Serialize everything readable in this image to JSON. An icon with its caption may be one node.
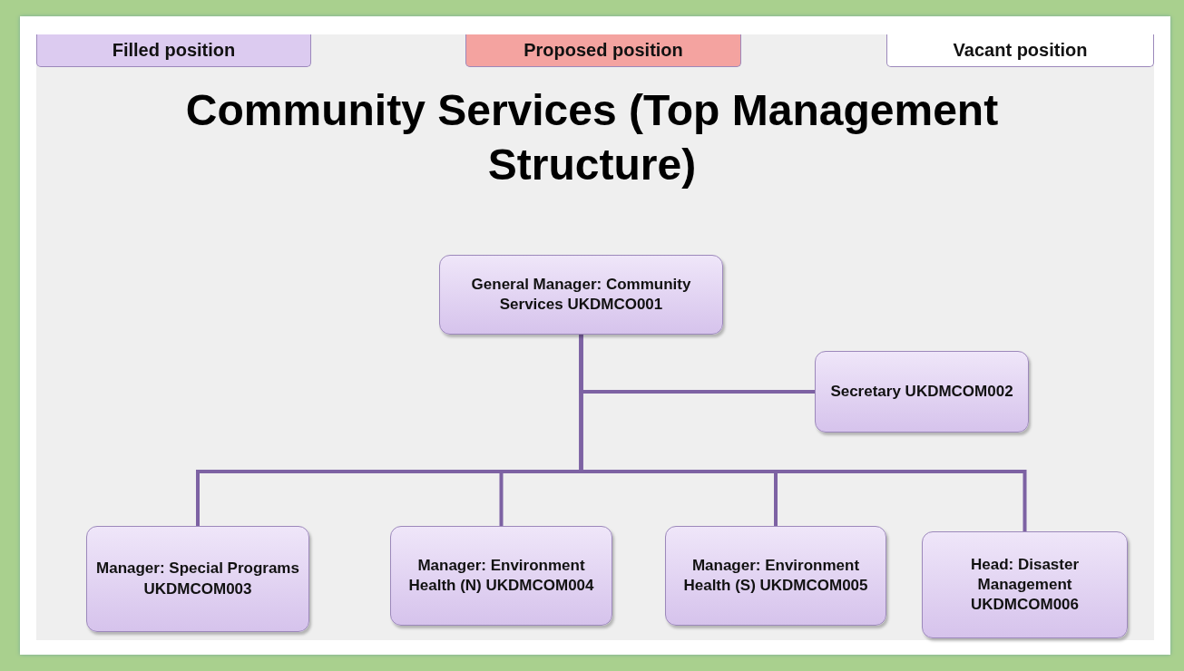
{
  "diagram": {
    "title": "Community Services (Top Management Structure)",
    "nodes": [
      {
        "text": [
          "General Manager: Community Services UKDMCO001"
        ]
      },
      {
        "text": [
          "Secretary UKDMCOM002"
        ]
      },
      {
        "text": [
          "Manager: Special Programs UKDMCOM003"
        ]
      },
      {
        "text": [
          "Manager: Environment Health (N) UKDMCOM004"
        ]
      },
      {
        "text": [
          "Manager: Environment Health (S) UKDMCOM005"
        ]
      },
      {
        "text": [
          "Head: Disaster Management UKDMCOM006"
        ]
      }
    ],
    "edges": [
      {
        "from": 0,
        "to": 1,
        "arrow": "none"
      },
      {
        "from": 0,
        "to": 2,
        "arrow": "none"
      },
      {
        "from": 0,
        "to": 3,
        "arrow": "none"
      },
      {
        "from": 0,
        "to": 4,
        "arrow": "none"
      },
      {
        "from": 0,
        "to": 5,
        "arrow": "none"
      }
    ],
    "legend": [
      {
        "text": "Filled position",
        "color": "#dccbf0"
      },
      {
        "text": "Proposed position",
        "color": "#f4a3a0"
      },
      {
        "text": "Vacant position",
        "color": "#ffffff"
      }
    ]
  }
}
